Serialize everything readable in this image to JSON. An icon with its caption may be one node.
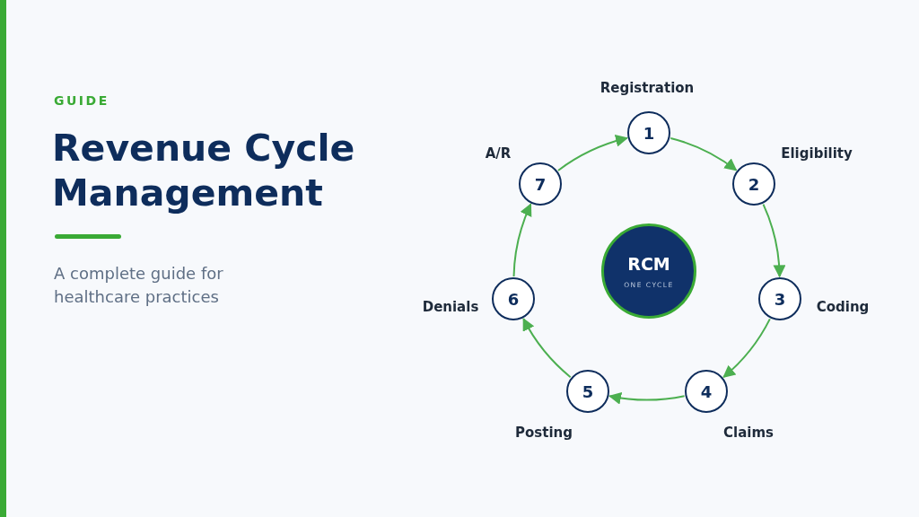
{
  "diagram": {
    "title": "Revenue Cycle Management",
    "nodes": [
      {
        "text": [
          "RCM",
          "ONE CYCLE"
        ]
      },
      {
        "text": [
          "1"
        ],
        "beside": [
          "Registration"
        ]
      },
      {
        "text": [
          "2"
        ],
        "beside": [
          "Eligibility"
        ]
      },
      {
        "text": [
          "3"
        ],
        "beside": [
          "Coding"
        ]
      },
      {
        "text": [
          "4"
        ],
        "beside": [
          "Claims"
        ]
      },
      {
        "text": [
          "5"
        ],
        "beside": [
          "Posting"
        ]
      },
      {
        "text": [
          "6"
        ],
        "beside": [
          "Denials"
        ]
      },
      {
        "text": [
          "7"
        ],
        "beside": [
          "A/R"
        ]
      }
    ],
    "edges": [
      {
        "from": 1,
        "to": 2,
        "arrow": "to"
      },
      {
        "from": 2,
        "to": 3,
        "arrow": "to"
      },
      {
        "from": 3,
        "to": 4,
        "arrow": "to"
      },
      {
        "from": 4,
        "to": 5,
        "arrow": "to"
      },
      {
        "from": 5,
        "to": 6,
        "arrow": "to"
      },
      {
        "from": 6,
        "to": 7,
        "arrow": "to"
      },
      {
        "from": 7,
        "to": 1,
        "arrow": "to"
      }
    ],
    "labels": [
      "GUIDE",
      "A complete guide for healthcare practices"
    ]
  }
}
